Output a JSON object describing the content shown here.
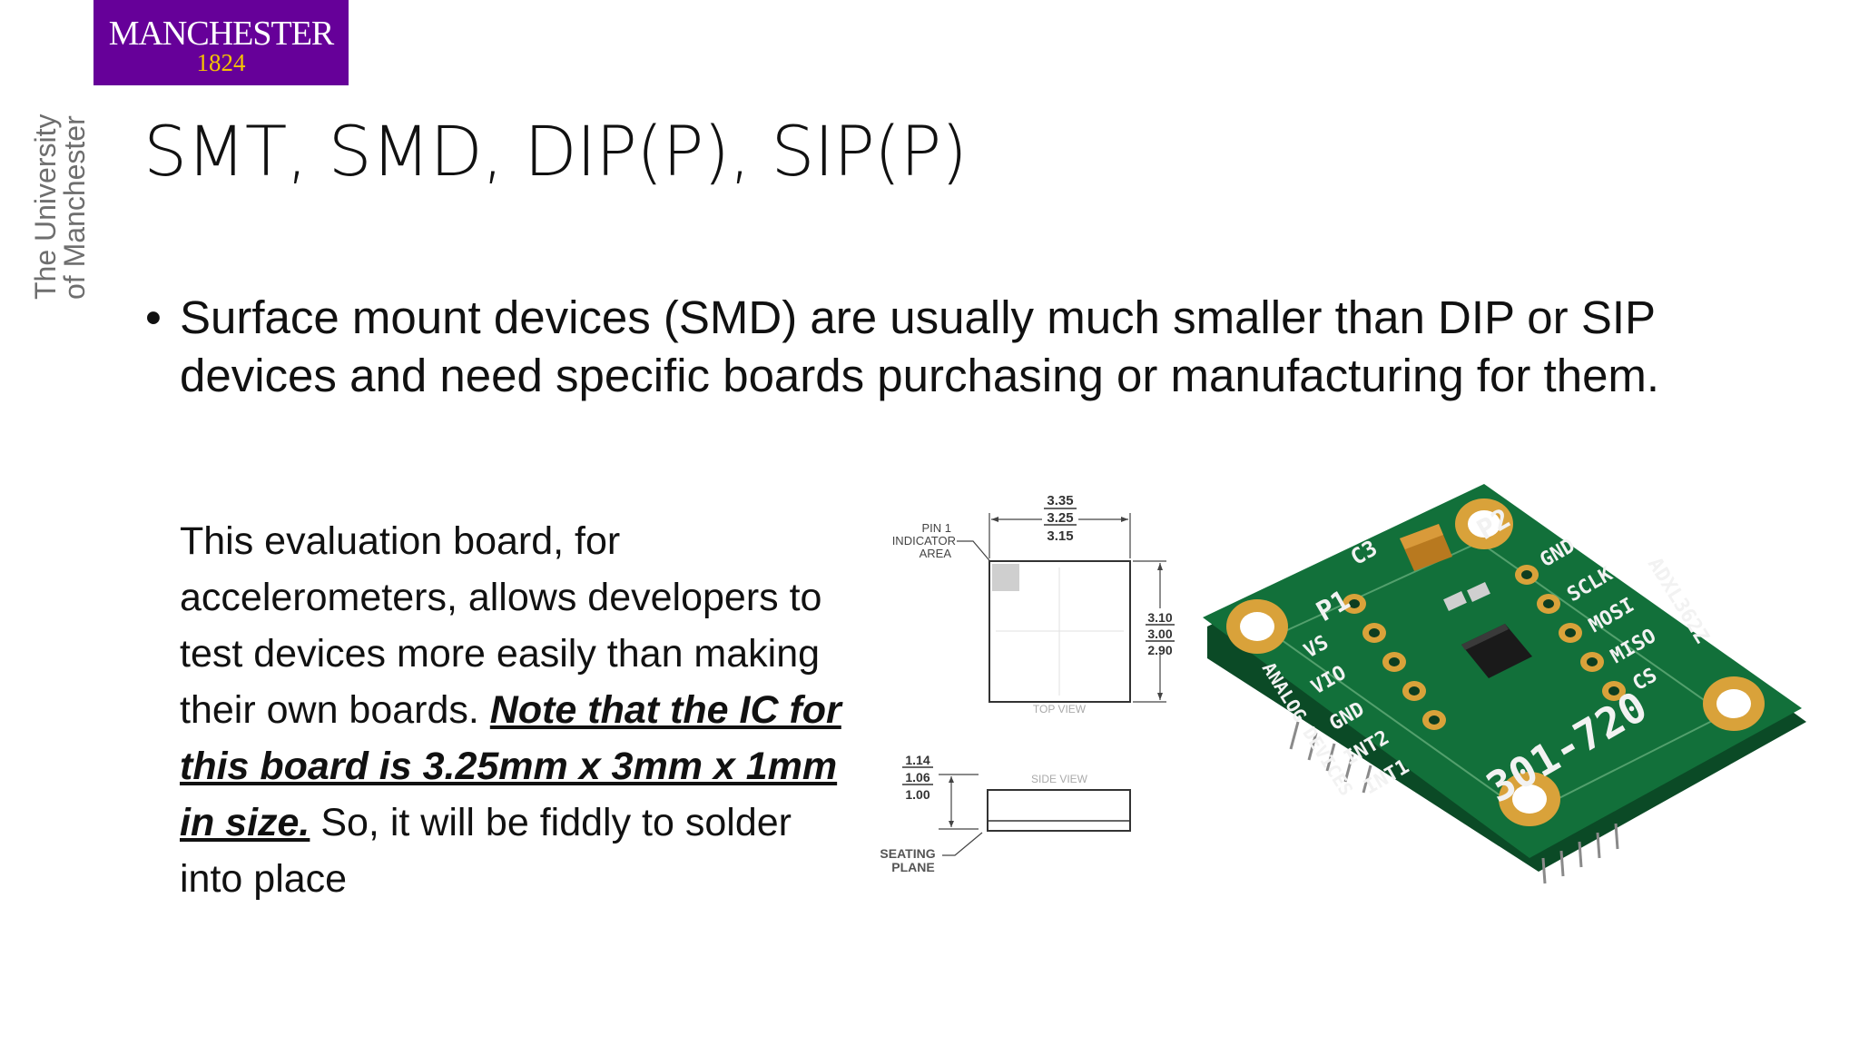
{
  "logo": {
    "name": "MANCHESTER",
    "year": "1824"
  },
  "sidebar": {
    "line1": "The University",
    "line2": "of Manchester"
  },
  "slide": {
    "title": "SMT, SMD, DIP(P), SIP(P)",
    "bullet": "Surface mount devices (SMD) are usually much smaller than DIP or SIP devices and need specific boards purchasing or manufacturing for them.",
    "para_start": "This evaluation board, for accelerometers, allows developers to test devices more easily than making their own boards.  ",
    "para_emphasis": "Note that the IC for this board is 3.25mm x 3mm x 1mm in size.",
    "para_end": "  So, it will be fiddly to solder into place"
  },
  "dimension_drawing": {
    "width_dims": [
      "3.35",
      "3.25",
      "3.15"
    ],
    "height_dims": [
      "3.10",
      "3.00",
      "2.90"
    ],
    "thickness_dims": [
      "1.14",
      "1.06",
      "1.00"
    ],
    "pin1_label": [
      "PIN 1",
      "INDICATOR",
      "AREA"
    ],
    "top_view_label": "TOP VIEW",
    "side_view_label": "SIDE VIEW",
    "seating_label": [
      "SEATING",
      "PLANE"
    ]
  },
  "board_photo": {
    "header_p1": "P1",
    "header_p2": "P2",
    "cap_label": "C3",
    "pins_p1": [
      "VS",
      "VIO",
      "GND",
      "INT2",
      "INT1"
    ],
    "pins_p2": [
      "GND",
      "SCLK",
      "MOSI",
      "MISO",
      "CS"
    ],
    "brand": "ANALOG DEVICES",
    "part_code": "ADXL362Z",
    "board_number": "301-720",
    "colors": {
      "pcb": "#12703a",
      "pad": "#d9a23a",
      "silkscreen": "#f2f2f2",
      "brand_purple": "#660099"
    }
  }
}
